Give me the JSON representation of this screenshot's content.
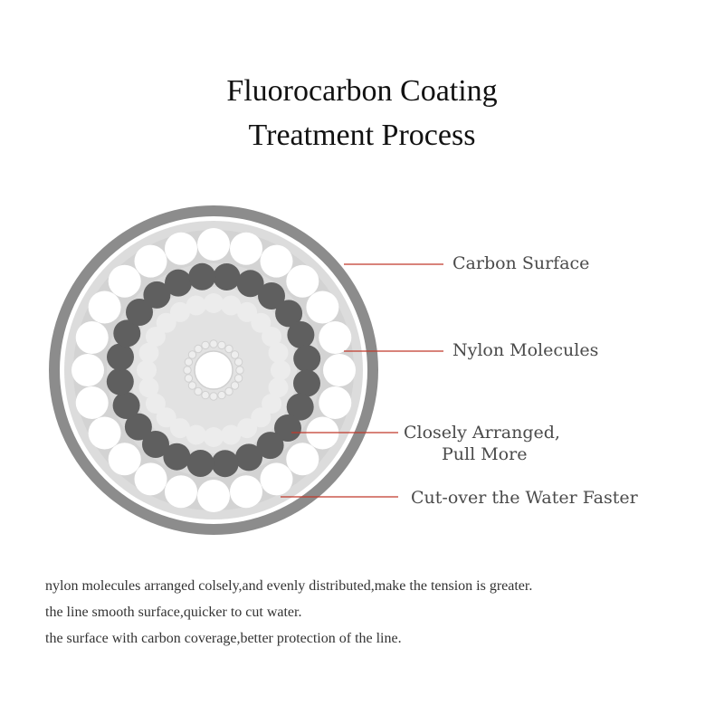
{
  "title": {
    "line1": "Fluorocarbon Coating",
    "line2": "Treatment Process"
  },
  "callouts": {
    "carbon_surface": "Carbon Surface",
    "nylon_molecules": "Nylon Molecules",
    "closely_arranged_line1": "Closely Arranged,",
    "closely_arranged_line2": "Pull More",
    "cut_water": "Cut-over the Water Faster"
  },
  "description": [
    "nylon molecules arranged colsely,and evenly distributed,make the tension is greater.",
    "the line smooth surface,quicker to cut water.",
    "the surface with carbon coverage,better protection of the line."
  ],
  "colors": {
    "outer_ring": "#8c8c8c",
    "inner_fill": "#dcdcdc",
    "dark_molecule": "#5f5f5f",
    "light_molecule": "#ececec",
    "leader_line": "#c0392b"
  }
}
